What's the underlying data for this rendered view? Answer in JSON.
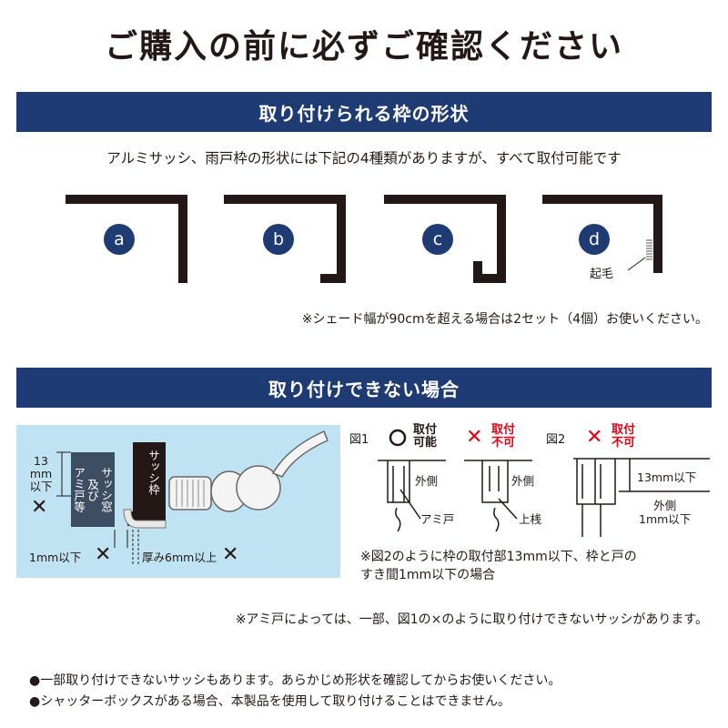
{
  "header": {
    "title": "ご購入の前に必ずご確認ください"
  },
  "section1": {
    "heading": "取り付けられる枠の形状",
    "intro": "アルミサッシ、雨戸枠の形状には下記の4種類がありますが、すべて取付可能です",
    "shapes": [
      "a",
      "b",
      "c",
      "d"
    ],
    "d_label": "起毛",
    "note": "※シェード幅が90cmを超える場合は2セット（4個）お使いください。"
  },
  "section2": {
    "heading": "取り付けできない場合",
    "illustration": {
      "height_label": "13\nmm\n以下",
      "window_label": "サッシ窓\n及び\nアミ戸等",
      "frame_label": "サッシ枠",
      "gap_label": "1mm以下",
      "thickness_label": "厚み6mm以上",
      "x_mark": "✕"
    },
    "fig1": {
      "label": "図1",
      "ok_mark": "○",
      "ok_text": "取付\n可能",
      "ng_mark": "✕",
      "ng_text": "取付\n不可",
      "outer_label_1": "外側",
      "outer_label_2": "外側",
      "screen_label": "アミ戸",
      "rail_label": "上桟"
    },
    "fig2": {
      "label": "図2",
      "ng_mark": "✕",
      "ng_text": "取付\n不可",
      "size_label": "13mm以下",
      "outer_label": "外側\n1mm以下"
    },
    "fig2_note": "※図2のように枠の取付部13mm以下、枠と戸の\nすき間1mm以下の場合",
    "screen_note": "※アミ戸によっては、一部、図1の×のように取り付けできないサッシがあります。"
  },
  "bullets": [
    "●一部取り付けできないサッシもあります。あらかじめ形状を確認してからお使いください。",
    "●シャッターボックスがある場合、本製品を使用して取り付けることはできません。"
  ],
  "colors": {
    "navy": "#1f3b73",
    "light_blue": "#bfe3f2",
    "red": "#e60012",
    "ink": "#231815"
  }
}
